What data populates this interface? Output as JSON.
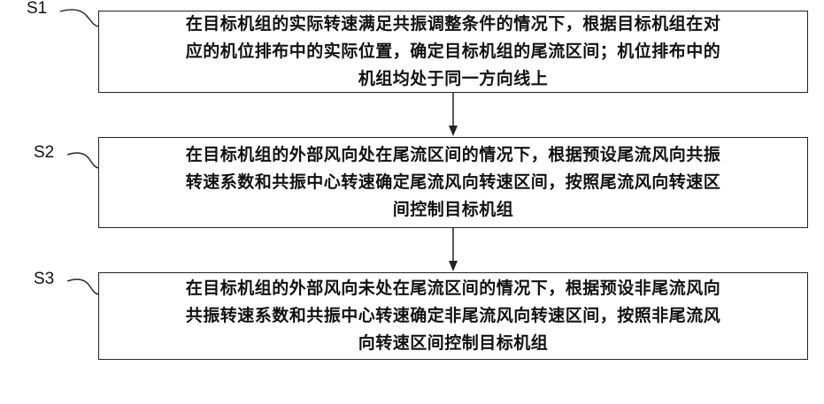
{
  "steps": [
    {
      "label": "S1",
      "lines": [
        "在目标机组的实际转速满足共振调整条件的情况下，根据目标机组在对",
        "应的机位排布中的实际位置，确定目标机组的尾流区间；机位排布中的",
        "机组均处于同一方向线上"
      ]
    },
    {
      "label": "S2",
      "lines": [
        "在目标机组的外部风向处在尾流区间的情况下，根据预设尾流风向共振",
        "转速系数和共振中心转速确定尾流风向转速区间，按照尾流风向转速区",
        "间控制目标机组"
      ]
    },
    {
      "label": "S3",
      "lines": [
        "在目标机组的外部风向未处在尾流区间的情况下，根据预设非尾流风向",
        "共振转速系数和共振中心转速确定非尾流风向转速区间，按照非尾流风",
        "向转速区间控制目标机组"
      ]
    }
  ]
}
